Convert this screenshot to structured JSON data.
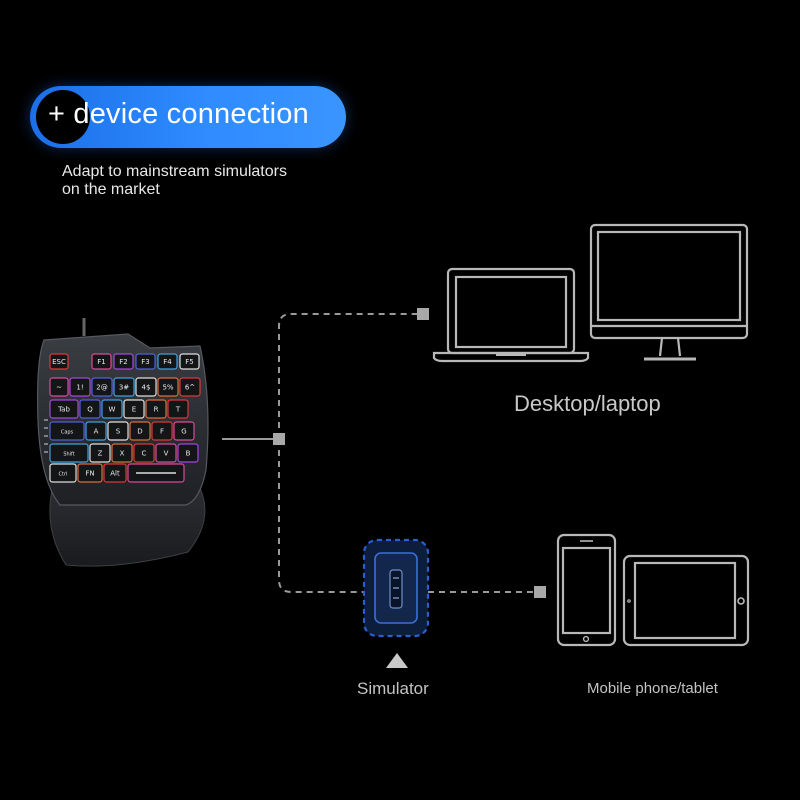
{
  "header": {
    "title": "+ device connection",
    "subtitle_line1": "Adapt to mainstream simulators",
    "subtitle_line2": "on the market"
  },
  "labels": {
    "desktop_laptop": "Desktop/laptop",
    "simulator": "Simulator",
    "mobile_tablet": "Mobile phone/tablet"
  },
  "keyboard": {
    "rows": [
      [
        "ESC",
        "F1",
        "F2",
        "F3",
        "F4",
        "F5"
      ],
      [
        "~",
        "1!",
        "2@",
        "3#",
        "4$",
        "5%",
        "6^"
      ],
      [
        "Tab",
        "Q",
        "W",
        "E",
        "R",
        "T"
      ],
      [
        "Caps",
        "A",
        "S",
        "D",
        "F",
        "G"
      ],
      [
        "Shift",
        "Z",
        "X",
        "C",
        "V",
        "B"
      ],
      [
        "Ctrl",
        "FN",
        "Alt",
        ""
      ]
    ]
  },
  "colors": {
    "accent": "#2f8bff",
    "line": "#9a9a9a",
    "device_outline": "#b8b8b8",
    "simulator_border": "#2a5fd0"
  }
}
